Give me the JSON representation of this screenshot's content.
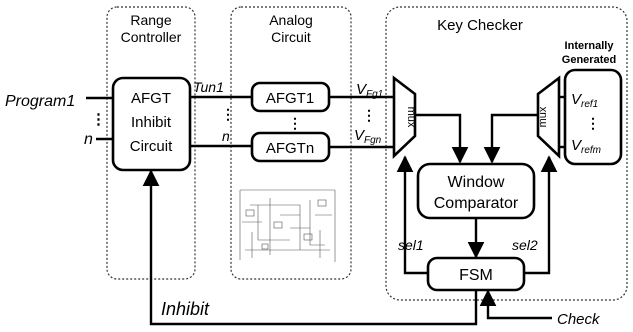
{
  "panels": {
    "range": {
      "title_line1": "Range",
      "title_line2": "Controller"
    },
    "analog": {
      "title_line1": "Analog",
      "title_line2": "Circuit"
    },
    "key": {
      "title": "Key Checker",
      "internal_line1": "Internally",
      "internal_line2": "Generated"
    }
  },
  "blocks": {
    "afgt_inhibit": {
      "line1": "AFGT",
      "line2": "Inhibit",
      "line3": "Circuit"
    },
    "afgt1": "AFGT1",
    "afgtn": "AFGTn",
    "mux_left": "mux",
    "mux_right": "mux",
    "window": {
      "line1": "Window",
      "line2": "Comparator"
    },
    "fsm": "FSM"
  },
  "labels": {
    "program": "Program1",
    "n_input": "n",
    "tun1": "Tun1",
    "n_wire": "n",
    "vfg1": {
      "main": "V",
      "sub": "Fg1"
    },
    "vfgn": {
      "main": "V",
      "sub": "Fgn"
    },
    "vref1": {
      "main": "V",
      "sub": "ref1"
    },
    "vrefm": {
      "main": "V",
      "sub": "refm"
    },
    "sel1": "sel1",
    "sel2": "sel2",
    "inhibit": "Inhibit",
    "check": "Check",
    "dots": "⋮"
  }
}
